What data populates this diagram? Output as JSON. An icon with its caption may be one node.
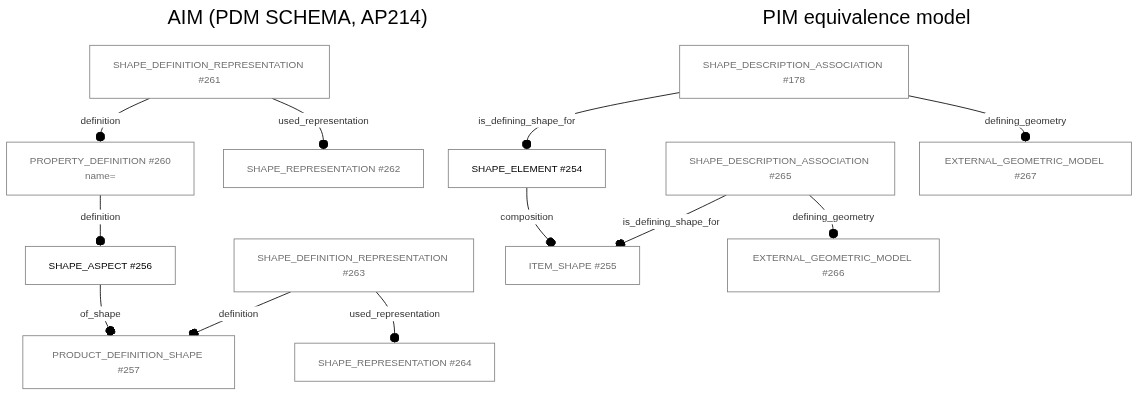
{
  "diagram": {
    "nodes": [
      {
        "text": [
          "PRODUCT_DEFINITION_SHAPE #257"
        ]
      },
      {
        "text": [
          "SHAPE_ASPECT #256"
        ]
      },
      {
        "text": [
          "SHAPE_DEFINITION_REPRESENTATION #263"
        ]
      },
      {
        "text": [
          "PROPERTY_DEFINITION #260",
          "name="
        ]
      },
      {
        "text": [
          "SHAPE_DEFINITION_REPRESENTATION #261"
        ]
      },
      {
        "text": [
          "SHAPE_REPRESENTATION #264"
        ]
      },
      {
        "text": [
          "SHAPE_REPRESENTATION #262"
        ]
      },
      {
        "text": [
          "ITEM_SHAPE #255"
        ]
      },
      {
        "text": [
          "SHAPE_ELEMENT #254"
        ]
      },
      {
        "text": [
          "SHAPE_DESCRIPTION_ASSOCIATION #265"
        ]
      },
      {
        "text": [
          "SHAPE_DESCRIPTION_ASSOCIATION #178"
        ]
      },
      {
        "text": [
          "EXTERNAL_GEOMETRIC_MODEL #266"
        ]
      },
      {
        "text": [
          "EXTERNAL_GEOMETRIC_MODEL #267"
        ]
      }
    ],
    "edges": [
      {
        "from": 1,
        "to": 0,
        "arrow": "other",
        "label": "of_shape"
      },
      {
        "from": 2,
        "to": 0,
        "arrow": "other",
        "label": "definition"
      },
      {
        "from": 3,
        "to": 1,
        "arrow": "other",
        "label": "definition"
      },
      {
        "from": 4,
        "to": 3,
        "arrow": "other",
        "label": "definition"
      },
      {
        "from": 2,
        "to": 5,
        "arrow": "other",
        "label": "used_representation"
      },
      {
        "from": 4,
        "to": 6,
        "arrow": "other",
        "label": "used_representation"
      },
      {
        "from": 8,
        "to": 7,
        "arrow": "other",
        "label": "composition"
      },
      {
        "from": 9,
        "to": 7,
        "arrow": "other",
        "label": "is_defining_shape_for"
      },
      {
        "from": 10,
        "to": 8,
        "arrow": "other",
        "label": "is_defining_shape_for"
      },
      {
        "from": 9,
        "to": 11,
        "arrow": "other",
        "label": "defining_geometry"
      },
      {
        "from": 10,
        "to": 12,
        "arrow": "other",
        "label": "defining_geometry"
      }
    ],
    "labels": [
      "AIM (PDM SCHEMA, AP214)",
      "PIM equivalence model"
    ]
  }
}
